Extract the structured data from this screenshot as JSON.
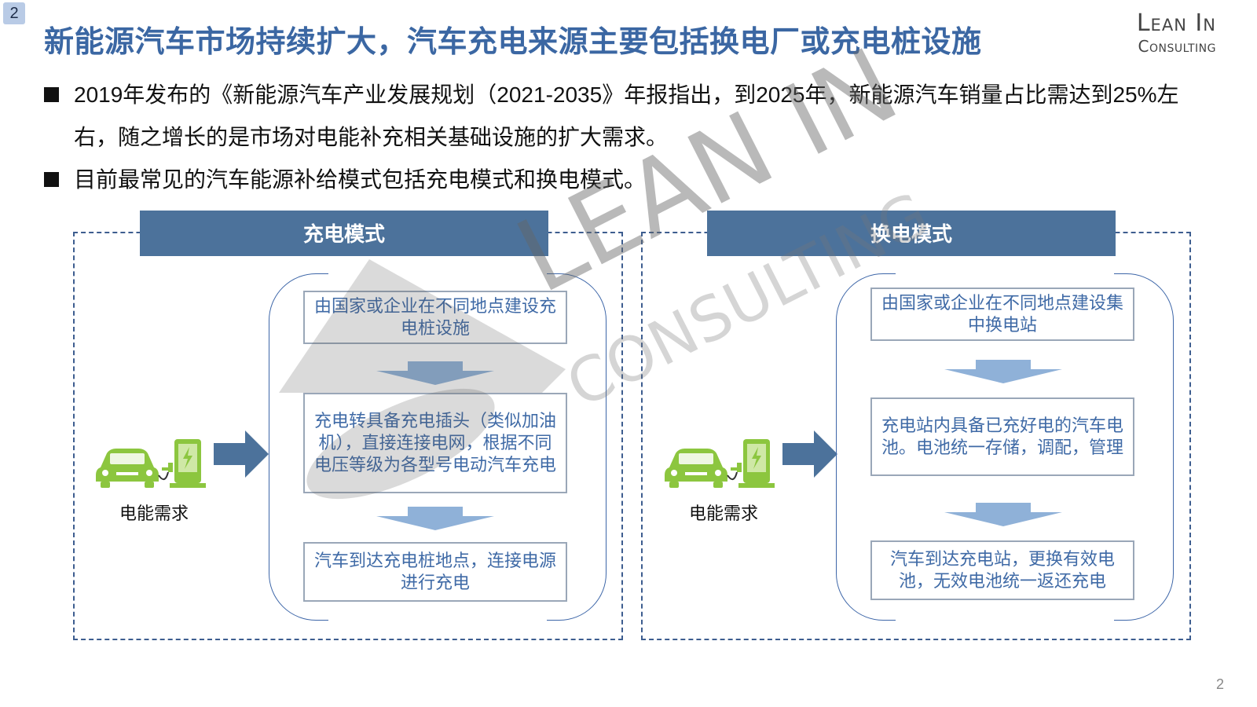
{
  "page_badge": "2",
  "title": "新能源汽车市场持续扩大，汽车充电来源主要包括换电厂或充电桩设施",
  "logo": {
    "line1": "Lean In",
    "line2": "Consulting"
  },
  "bullets": [
    "2019年发布的《新能源汽车产业发展规划（2021-2035》年报指出，到2025年，新能源汽车销量占比需达到25%左右，随之增长的是市场对电能补充相关基础设施的扩大需求。",
    "目前最常见的汽车能源补给模式包括充电模式和换电模式。"
  ],
  "watermark": {
    "line1": "LEAN IN",
    "line2": "CONSULTING"
  },
  "charging": {
    "header": "充电模式",
    "demand_label": "电能需求",
    "steps": [
      "由国家或企业在不同地点建设充电桩设施",
      "充电转具备充电插头（类似加油机），直接连接电网，根据不同电压等级为各型号电动汽车充电",
      "汽车到达充电桩地点，连接电源进行充电"
    ]
  },
  "swapping": {
    "header": "换电模式",
    "demand_label": "电能需求",
    "steps": [
      "由国家或企业在不同地点建设集中换电站",
      "充电站内具备已充好电的汽车电池。电池统一存储，调配，管理",
      "汽车到达充电站，更换有效电池，无效电池统一返还充电"
    ]
  },
  "page_number": "2",
  "colors": {
    "title": "#3b67a3",
    "header_bg": "#4c729b",
    "car_green": "#8cc63f",
    "arrow_blue": "#4c729b",
    "down_arrow": "#8fb1d8"
  }
}
